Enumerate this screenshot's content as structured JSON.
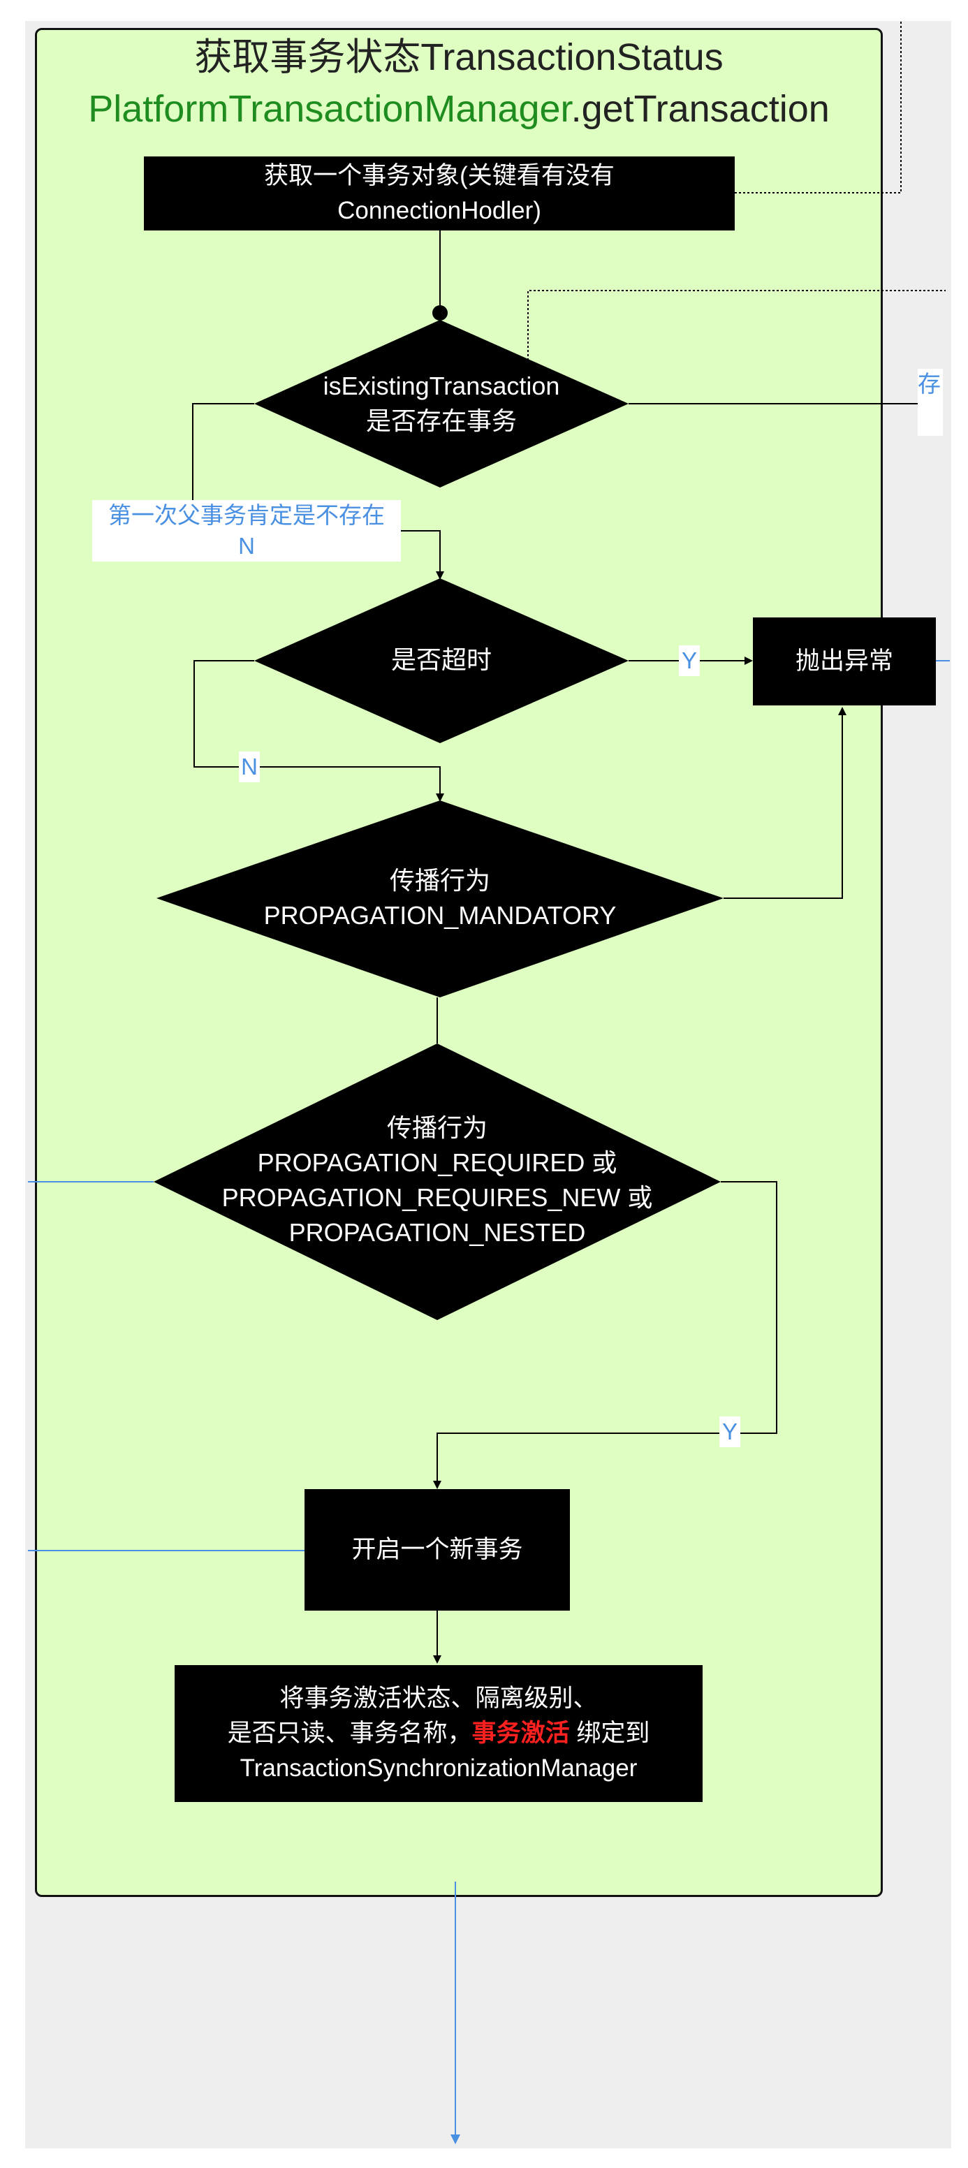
{
  "title": {
    "line1": "获取事务状态TransactionStatus",
    "line2_class": "PlatformTransactionManager",
    "line2_method": ".getTransaction"
  },
  "nodes": {
    "get_tx_object": [
      "获取一个事务对象(关键看有没有",
      "ConnectionHodler)"
    ],
    "is_existing": [
      "isExistingTransaction",
      "是否存在事务"
    ],
    "is_timeout": "是否超时",
    "throw_exception": "抛出异常",
    "mandatory": [
      "传播行为",
      "PROPAGATION_MANDATORY"
    ],
    "required_group": [
      "传播行为",
      "PROPAGATION_REQUIRED  或",
      "PROPAGATION_REQUIRES_NEW 或",
      "PROPAGATION_NESTED"
    ],
    "start_new_tx": "开启一个新事务",
    "bind": {
      "line1": "将事务激活状态、隔离级别、",
      "line2_prefix": "是否只读、事务名称，",
      "line2_highlight": "事务激活",
      "line2_suffix": " 绑定到",
      "line3": "TransactionSynchronizationManager"
    }
  },
  "edge_labels": {
    "first_parent": "第一次父事务肯定是不存在",
    "n1": "N",
    "y_timeout": "Y",
    "n_timeout": "N",
    "y_required": "Y",
    "exists_cut": "存"
  },
  "colors": {
    "panel_fill": "#deffc1",
    "title_green": "#1e8c1e",
    "edge_label_blue": "#4a90e2",
    "highlight_red": "#ff2020"
  }
}
